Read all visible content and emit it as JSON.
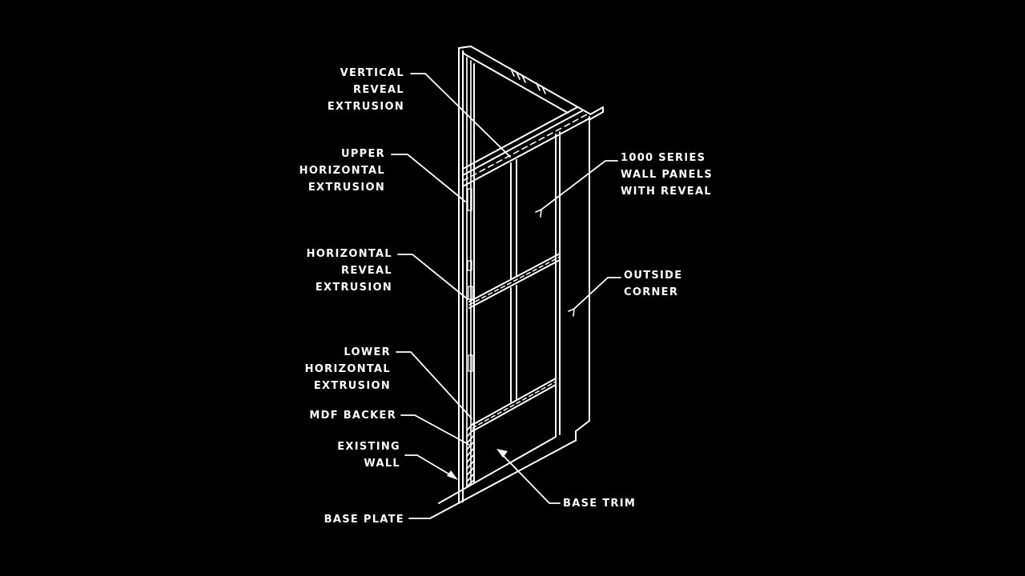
{
  "diagram": {
    "background_color": "#000000",
    "line_color": "#ffffff",
    "labels": {
      "vertical_reveal_extrusion": "VERTICAL\nREVEAL\nEXTRUSION",
      "upper_horizontal_extrusion": "UPPER\nHORIZONTAL\nEXTRUSION",
      "horizontal_reveal_extrusion": "HORIZONTAL\nREVEAL\nEXTRUSION",
      "lower_horizontal_extrusion": "LOWER\nHORIZONTAL\nEXTRUSION",
      "mdf_backer": "MDF BACKER",
      "existing_wall": "EXISTING\nWALL",
      "base_plate": "BASE PLATE",
      "wall_panels": "1000 SERIES\nWALL PANELS\nWITH REVEAL",
      "outside_corner": "OUTSIDE\nCORNER",
      "base_trim": "BASE TRIM"
    }
  }
}
